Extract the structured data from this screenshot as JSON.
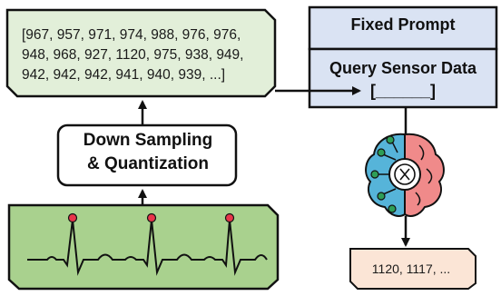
{
  "sensor_data_box": {
    "text": "[967, 957, 971, 974, 988, 976, 976, 948, 968, 927, 1120, 975, 938, 949, 942, 942, 942, 941, 940, 939, ...]",
    "fill": "#e2efd9"
  },
  "downsampling_box": {
    "line1": "Down Sampling",
    "line2": "& Quantization"
  },
  "prompt_panel": {
    "fixed_prompt": "Fixed Prompt",
    "query_label": "Query Sensor Data",
    "query_blank": "[______]",
    "fill": "#dae3f3"
  },
  "output_box": {
    "text": "1120, 1117, ...",
    "fill": "#fbe5d6"
  },
  "ecg_panel": {
    "fill": "#a9d18e",
    "peak_marker_color": "#e8354a"
  },
  "brain_icon": {
    "left_color": "#56b4d9",
    "right_color": "#f08a8a",
    "node_color": "#2e9e57"
  }
}
